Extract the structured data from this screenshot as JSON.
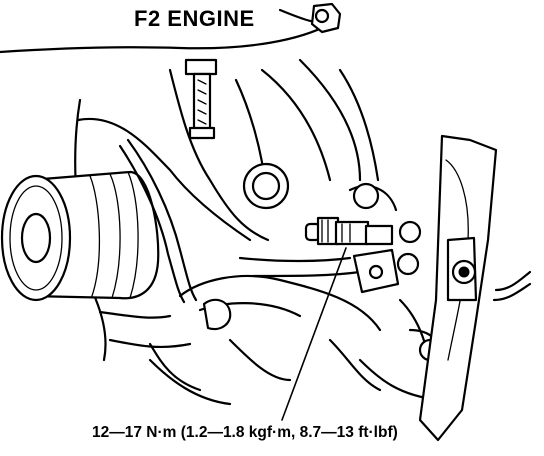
{
  "diagram": {
    "title": "F2 ENGINE",
    "callout": "12—17 N·m (1.2—1.8 kgf·m, 8.7—13 ft·lbf)"
  },
  "colors": {
    "ink": "#000000",
    "paper": "#ffffff"
  },
  "icons": [
    "engine-illustration",
    "oil-filter",
    "oil-pressure-switch"
  ]
}
